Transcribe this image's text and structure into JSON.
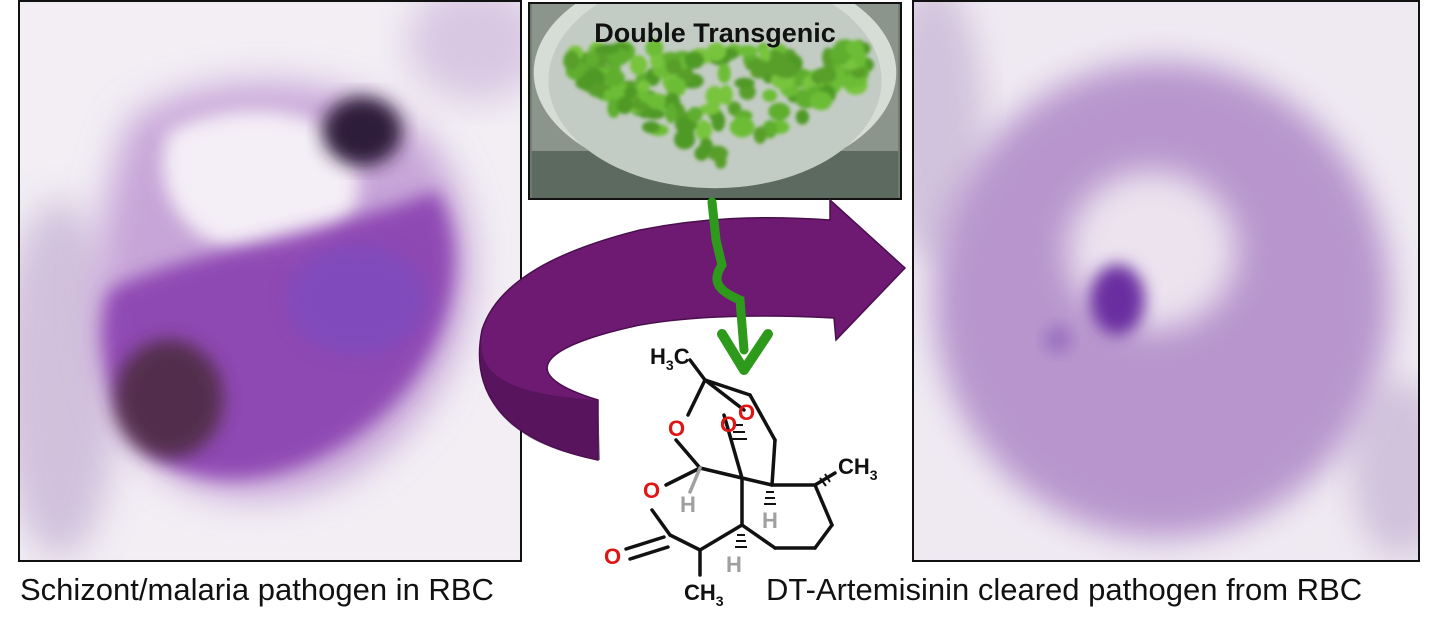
{
  "plate": {
    "label": "Double Transgenic"
  },
  "captions": {
    "left": "Schizont/malaria pathogen in RBC",
    "right": "DT-Artemisinin cleared pathogen from RBC"
  },
  "molecule": {
    "name": "Artemisinin",
    "labels": {
      "h3c_top": "H",
      "h3c_top_sub": "3",
      "h3c_top_c": "C",
      "ch3_right": "CH",
      "ch3_right_sub": "3",
      "ch3_bottom": "CH",
      "ch3_bottom_sub": "3",
      "oxygen": "O",
      "hydrogen": "H"
    }
  },
  "colors": {
    "arrow_purple": "#6e1a72",
    "green_arrow": "#2e9a1c",
    "oxygen_red": "#e01515",
    "hydrogen_gray": "#a0a0a0",
    "cell_purple": "#b88cc8",
    "pathogen_dark": "#5a2a6a"
  }
}
